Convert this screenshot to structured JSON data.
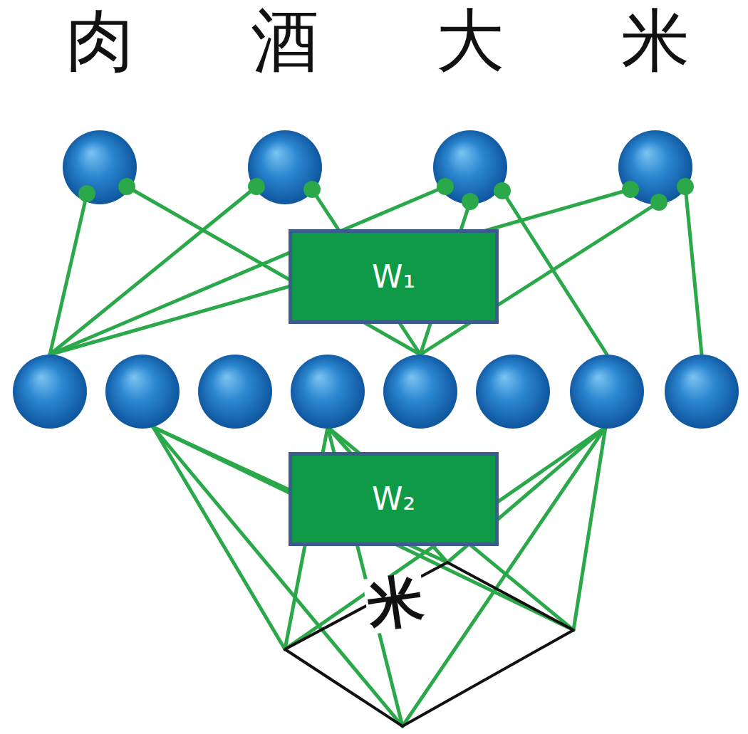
{
  "diagram": {
    "nodes": [
      {
        "text": [
          "肉"
        ]
      },
      {
        "text": [
          "酒"
        ]
      },
      {
        "text": [
          "大"
        ]
      },
      {
        "text": [
          "米"
        ]
      },
      {
        "text": [
          "W₁"
        ]
      },
      {
        "text": [
          "W₂"
        ]
      },
      {
        "text": [
          "米"
        ]
      }
    ]
  }
}
